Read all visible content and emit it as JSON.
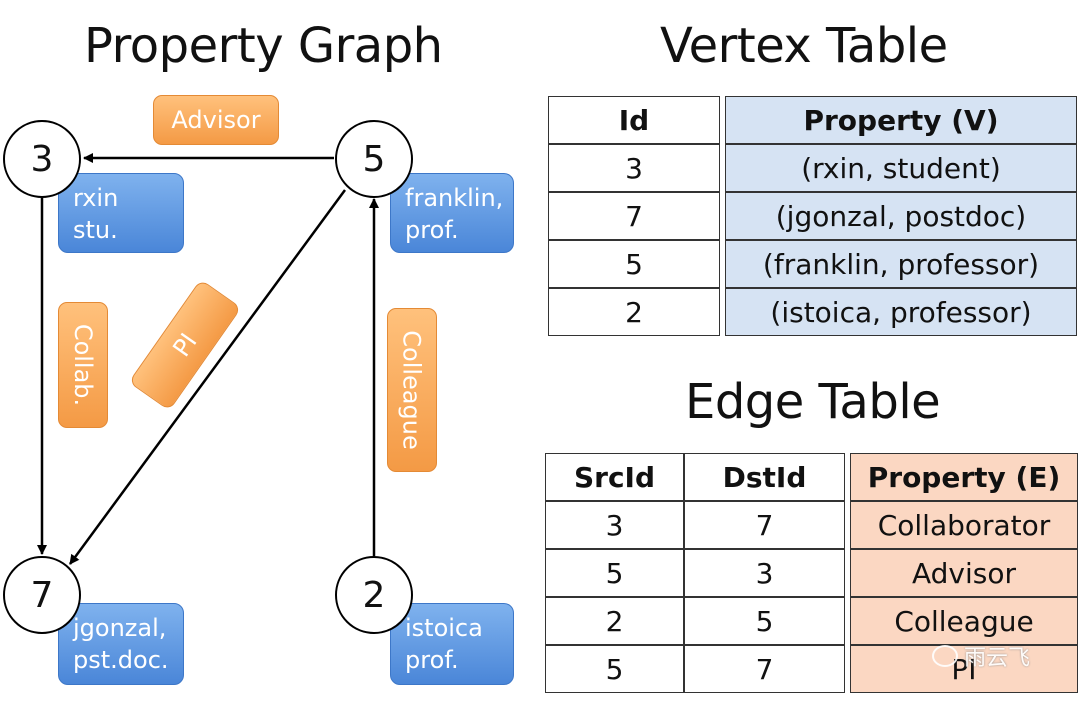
{
  "titles": {
    "graph": "Property Graph",
    "vertex": "Vertex Table",
    "edge": "Edge Table"
  },
  "nodes": [
    {
      "id": "3",
      "label": "rxin\nstu."
    },
    {
      "id": "5",
      "label": "franklin,\nprof."
    },
    {
      "id": "7",
      "label": "jgonzal,\npst.doc."
    },
    {
      "id": "2",
      "label": "istoica\nprof."
    }
  ],
  "edge_labels": {
    "advisor": "Advisor",
    "collab": "Collab.",
    "pi": "PI",
    "colleague": "Colleague"
  },
  "vertex_table": {
    "headers": [
      "Id",
      "Property (V)"
    ],
    "rows": [
      [
        "3",
        "(rxin, student)"
      ],
      [
        "7",
        "(jgonzal, postdoc)"
      ],
      [
        "5",
        "(franklin, professor)"
      ],
      [
        "2",
        "(istoica, professor)"
      ]
    ]
  },
  "edge_table": {
    "headers": [
      "SrcId",
      "DstId",
      "Property (E)"
    ],
    "rows": [
      [
        "3",
        "7",
        "Collaborator"
      ],
      [
        "5",
        "3",
        "Advisor"
      ],
      [
        "2",
        "5",
        "Colleague"
      ],
      [
        "5",
        "7",
        "PI"
      ]
    ]
  },
  "watermark": "雨云飞",
  "colors": {
    "vertex_label": "#5b95e0",
    "edge_label": "#f7a656",
    "vertex_prop_col": "#d6e3f3",
    "edge_prop_col": "#fbd7c2"
  }
}
